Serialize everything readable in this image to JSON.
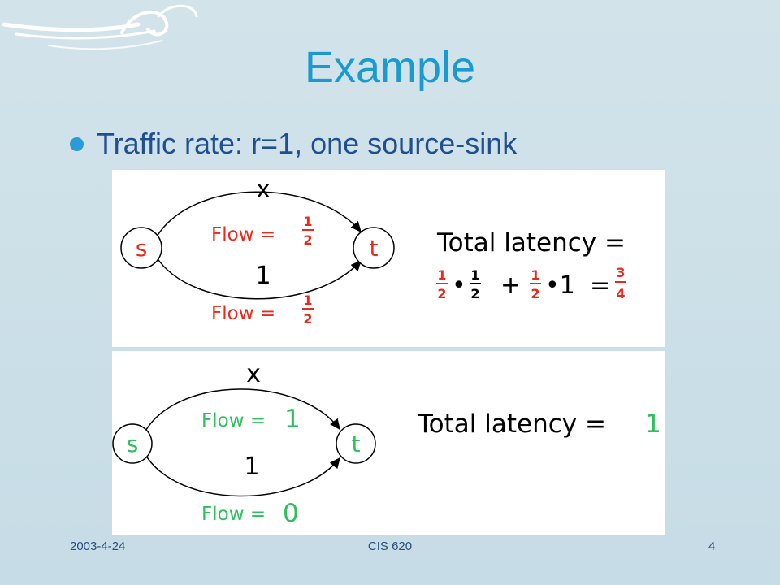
{
  "slide": {
    "title": "Example",
    "bullet": "Traffic rate: r=1, one source-sink",
    "footer": {
      "date": "2003-4-24",
      "course": "CIS 620",
      "page": "4"
    }
  },
  "colors": {
    "title": "#1a9bd0",
    "bullet_text": "#1e4f92",
    "red": "#e8291b",
    "green": "#2fbf5c"
  },
  "panel_a": {
    "source": "s",
    "sink": "t",
    "top_cost": "x",
    "bottom_cost": "1",
    "flow_label": "Flow =",
    "top_flow": {
      "num": "1",
      "den": "2"
    },
    "bottom_flow": {
      "num": "1",
      "den": "2"
    },
    "total_label": "Total latency =",
    "equation": {
      "f1": {
        "num": "1",
        "den": "2"
      },
      "dot1": "•",
      "f2": {
        "num": "1",
        "den": "2"
      },
      "plus": "+",
      "f3": {
        "num": "1",
        "den": "2"
      },
      "dot2_one": "•1",
      "equals": "=",
      "result": {
        "num": "3",
        "den": "4"
      }
    }
  },
  "panel_b": {
    "source": "s",
    "sink": "t",
    "top_cost": "x",
    "bottom_cost": "1",
    "flow_label": "Flow =",
    "top_flow_value": "1",
    "bottom_flow_value": "0",
    "total_label": "Total latency =",
    "total_value": "1"
  }
}
